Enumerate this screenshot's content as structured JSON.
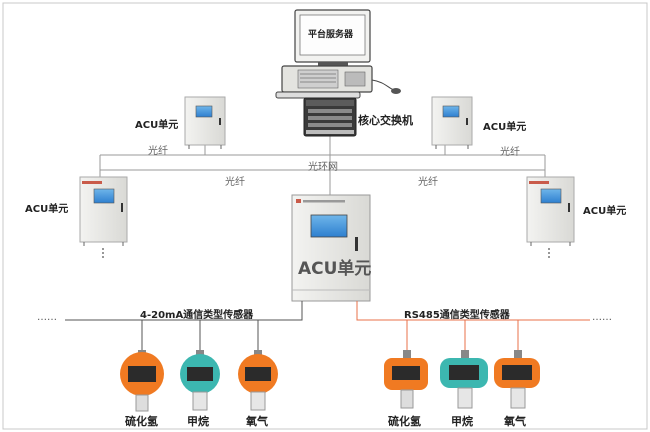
{
  "server": {
    "screen_text": "平台服务器"
  },
  "switch": {
    "label": "核心交换机"
  },
  "ring": {
    "label": "光环网"
  },
  "links": {
    "fiber_top_left": "光纤",
    "fiber_top_right": "光纤",
    "fiber_mid_left": "光纤",
    "fiber_mid_right": "光纤"
  },
  "acu_label": "ACU单元",
  "central_acu": {
    "label": "ACU单元"
  },
  "buses": {
    "left": {
      "label": "4-20mA通信类型传感器",
      "ellipsis": "……"
    },
    "right": {
      "label": "RS485通信类型传感器",
      "ellipsis": "……"
    }
  },
  "sensors": {
    "left": [
      "硫化氢",
      "甲烷",
      "氧气"
    ],
    "right": [
      "硫化氢",
      "甲烷",
      "氧气"
    ]
  },
  "colors": {
    "bus_left": "#555555",
    "bus_right": "#e8704a",
    "sensor_orange": "#f07a22",
    "sensor_teal": "#3cb7b0"
  }
}
